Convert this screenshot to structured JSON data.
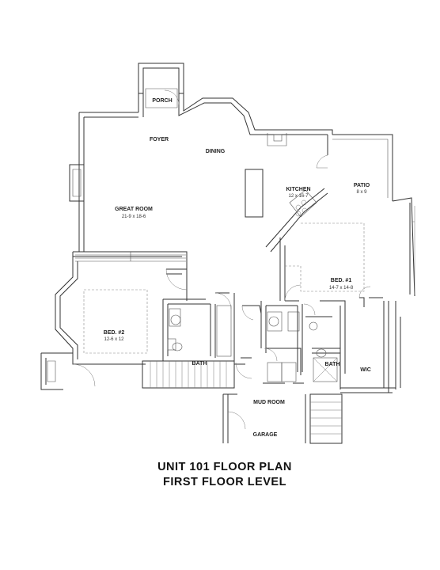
{
  "title": {
    "line1": "UNIT 101 FLOOR PLAN",
    "line2": "FIRST FLOOR LEVEL"
  },
  "rooms": {
    "porch": "PORCH",
    "foyer": "FOYER",
    "dining": "DINING",
    "kitchen": "KITCHEN",
    "kitchen_dim": "12 x 16-7",
    "patio": "PATIO",
    "patio_dim": "8 x 9",
    "great_room": "GREAT ROOM",
    "great_room_dim": "21-9 x 18-6",
    "bed1": "BED. #1",
    "bed1_dim": "14-7 x 14-8",
    "bed2": "BED. #2",
    "bed2_dim": "12-6 x 12",
    "bath_a": "BATH",
    "bath_b": "BATH",
    "wic": "WIC",
    "mud_room": "MUD ROOM",
    "garage": "GARAGE"
  }
}
